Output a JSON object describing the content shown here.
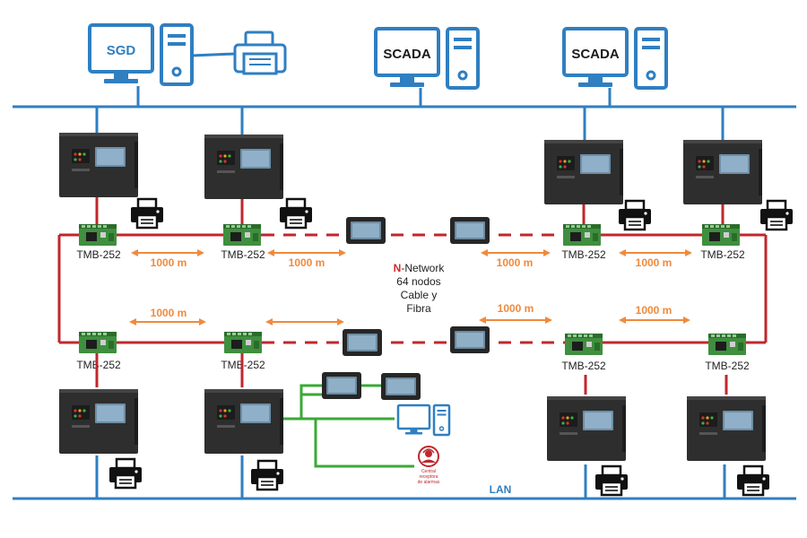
{
  "colors": {
    "lan": "#2f7fc1",
    "ring": "#c0272d",
    "accent_orange": "#f08a3c",
    "green_link": "#3aa935",
    "panel": "#2b2b2b",
    "board_green": "#3d8b3d"
  },
  "workstations": [
    {
      "label": "SGD",
      "icon": "computer-icon"
    },
    {
      "label": "SCADA",
      "icon": "computer-icon"
    },
    {
      "label": "SCADA",
      "icon": "computer-icon"
    }
  ],
  "tmb_label": "TMB-252",
  "distances": {
    "top": [
      "1000 m",
      "1000 m",
      "1000 m",
      "1000 m"
    ],
    "bottom": [
      "1000 m",
      "1000 m",
      "1000 m"
    ]
  },
  "network": {
    "n_letter": "N",
    "line1_rest": "-Network",
    "line2": "64 nodos",
    "line3": "Cable y",
    "line4": "Fibra"
  },
  "alarm_center": {
    "line1": "Central",
    "line2": "receptora",
    "line3": "de alarmas"
  },
  "lan_label": "LAN"
}
